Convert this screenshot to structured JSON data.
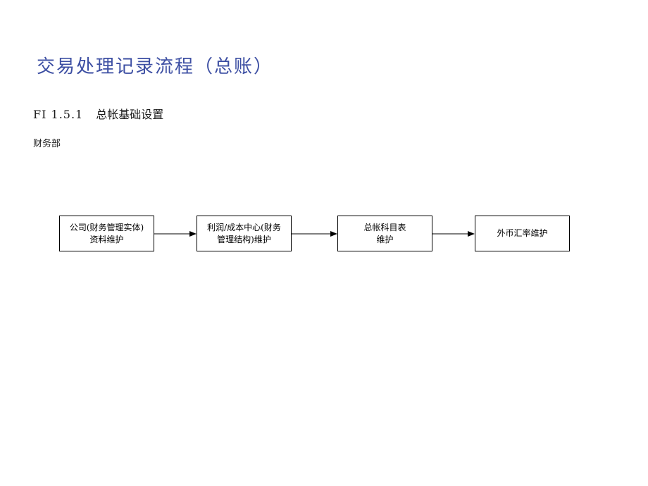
{
  "page": {
    "title": "交易处理记录流程（总账）",
    "subtitle_code": "FI 1.5.1",
    "subtitle_text": "总帐基础设置",
    "department": "财务部"
  },
  "flow": {
    "steps": [
      {
        "line1": "公司(财务管理实体)",
        "line2": "资料维护"
      },
      {
        "line1": "利润/成本中心(财务",
        "line2": "管理结构)维护"
      },
      {
        "line1": "总帐科目表",
        "line2": "维护"
      },
      {
        "line1": "外币汇率维护",
        "line2": ""
      }
    ]
  },
  "colors": {
    "title": "#3d4fa3",
    "text": "#1a1a1a",
    "box_border": "#000000"
  }
}
